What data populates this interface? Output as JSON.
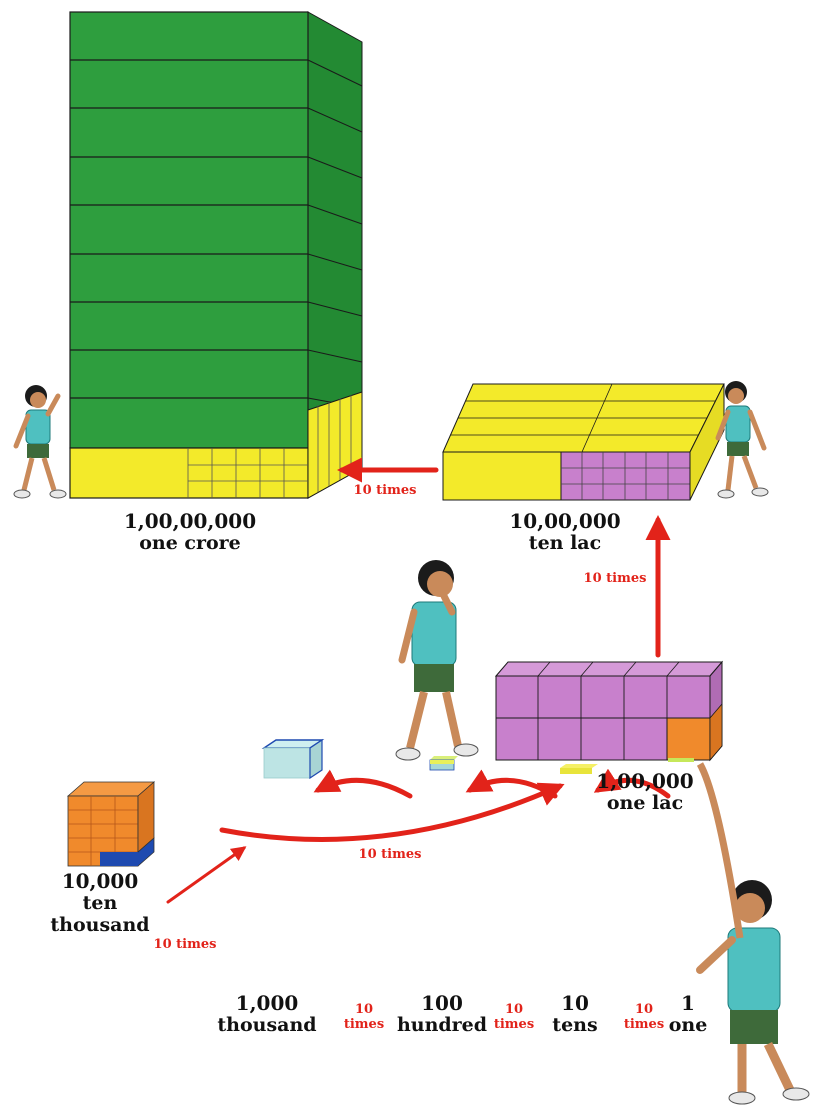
{
  "colors": {
    "green": "#2e9e3e",
    "yellow": "#f3ea2a",
    "purple": "#c880cc",
    "orange": "#f08a2c",
    "blue": "#1e4ab0",
    "arrow": "#e2231a"
  },
  "stages": [
    {
      "id": "crore",
      "number": "1,00,00,000",
      "word": "one crore"
    },
    {
      "id": "ten-lac",
      "number": "10,00,000",
      "word": "ten lac"
    },
    {
      "id": "lac",
      "number": "1,00,000",
      "word": "one lac"
    },
    {
      "id": "ten-thousand",
      "number": "10,000",
      "word_line1": "ten",
      "word_line2": "thousand"
    },
    {
      "id": "thousand",
      "number": "1,000",
      "word": "thousand"
    },
    {
      "id": "hundred",
      "number": "100",
      "word": "hundred"
    },
    {
      "id": "tens",
      "number": "10",
      "word": "tens"
    },
    {
      "id": "one",
      "number": "1",
      "word": "one"
    }
  ],
  "arrows": [
    {
      "id": "one-to-ten",
      "label_line1": "10",
      "label_line2": "times"
    },
    {
      "id": "ten-to-hundred",
      "label_line1": "10",
      "label_line2": "times"
    },
    {
      "id": "hundred-to-thousand",
      "label_line1": "10",
      "label_line2": "times"
    },
    {
      "id": "thousand-to-ten-thousand",
      "label": "10 times"
    },
    {
      "id": "ten-thousand-to-lac",
      "label": "10 times"
    },
    {
      "id": "lac-to-ten-lac",
      "label": "10 times"
    },
    {
      "id": "ten-lac-to-crore",
      "label": "10 times"
    }
  ],
  "icons": [
    "child-waving-icon",
    "child-leaning-icon",
    "child-thinking-icon",
    "child-holding-stick-icon"
  ]
}
